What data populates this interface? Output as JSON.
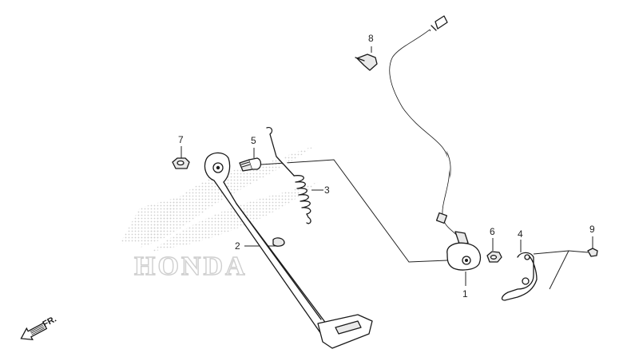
{
  "callouts": {
    "p1": "1",
    "p2": "2",
    "p3": "3",
    "p4": "4",
    "p5": "5",
    "p6": "6",
    "p7": "7",
    "p8": "8",
    "p9": "9"
  },
  "watermark": {
    "text": "HONDA"
  },
  "direction": {
    "label": "FR."
  },
  "colors": {
    "ink": "#1a1a1a",
    "watermark": "#d6d6d6",
    "background": "#ffffff"
  },
  "icons": {
    "front_arrow": "arrow-down-left-icon",
    "wing_logo": "honda-wing-logo"
  }
}
